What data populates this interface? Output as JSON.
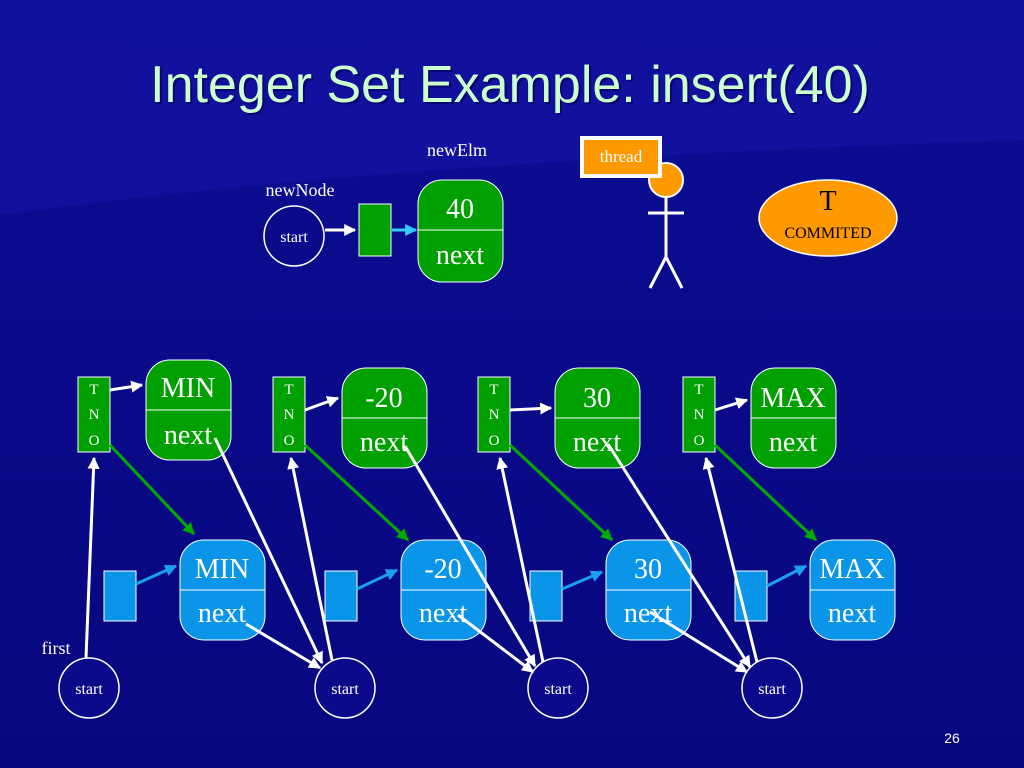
{
  "slide": {
    "title": "Integer Set Example: insert(40)",
    "page_number": "26"
  },
  "new_element": {
    "elm_label": "newElm",
    "node_label": "newNode",
    "start_label": "start",
    "value": "40",
    "next_label": "next"
  },
  "thread": {
    "label": "thread",
    "transaction_label": "T",
    "status": "COMMITED"
  },
  "tno": {
    "t": "T",
    "n": "N",
    "o": "O"
  },
  "top_row": [
    {
      "value": "MIN",
      "next": "next"
    },
    {
      "value": "-20",
      "next": "next"
    },
    {
      "value": "30",
      "next": "next"
    },
    {
      "value": "MAX",
      "next": "next"
    }
  ],
  "bottom_row": [
    {
      "value": "MIN",
      "next": "next"
    },
    {
      "value": "-20",
      "next": "next"
    },
    {
      "value": "30",
      "next": "next"
    },
    {
      "value": "MAX",
      "next": "next"
    }
  ],
  "start_circles": [
    "start",
    "start",
    "start",
    "start"
  ],
  "first_label": "first",
  "colors": {
    "background": "#0a0a8a",
    "green_node": "#00a000",
    "blue_node": "#0a95e8",
    "orange": "#ff9900",
    "green_arrow": "#00aa00",
    "blue_arrow": "#1aa0f0",
    "cyan_arrow": "#33ccff"
  }
}
